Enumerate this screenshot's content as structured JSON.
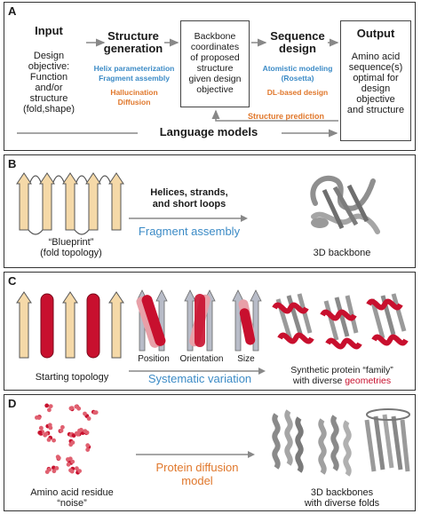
{
  "panels": {
    "a": {
      "letter": "A",
      "input_title": "Input",
      "input_lines": [
        "Design",
        "objective:",
        "Function",
        "and/or",
        "structure",
        "(fold,shape)"
      ],
      "structgen_title": [
        "Structure",
        "generation"
      ],
      "method_helix": "Helix parameterization",
      "method_fragment": "Fragment assembly",
      "method_halluc": "Hallucination",
      "method_diffusion": "Diffusion",
      "backbone_lines": [
        "Backbone",
        "coordinates",
        "of proposed",
        "structure",
        "given design",
        "objective"
      ],
      "seqdesign_title": [
        "Sequence",
        "design"
      ],
      "method_atomistic": [
        "Atomistic modeling",
        "(Rosetta)"
      ],
      "method_dl": "DL-based design",
      "output_title": "Output",
      "output_lines": [
        "Amino acid",
        "sequence(s)",
        "optimal for",
        "design",
        "objective",
        "and structure"
      ],
      "structure_prediction": "Structure prediction",
      "language_models": "Language models"
    },
    "b": {
      "letter": "B",
      "blueprint_label": [
        "“Blueprint”",
        "(fold topology)"
      ],
      "arrow_text": [
        "Helices, strands,",
        "and short loops"
      ],
      "method": "Fragment assembly",
      "result": "3D backbone"
    },
    "c": {
      "letter": "C",
      "start_label": "Starting topology",
      "position": "Position",
      "orientation": "Orientation",
      "size": "Size",
      "method": "Systematic variation",
      "result_line1": "Synthetic protein “family”",
      "result_line2_prefix": "with diverse ",
      "result_line2_highlight": "geometries"
    },
    "d": {
      "letter": "D",
      "noise_label": [
        "Amino acid residue",
        "“noise”"
      ],
      "method": [
        "Protein diffusion",
        "model"
      ],
      "result": [
        "3D backbones",
        "with diverse folds"
      ]
    }
  },
  "colors": {
    "blue_text": "#3c8bc6",
    "orange_text": "#e0772b",
    "red_highlight": "#c8102e",
    "strand_tan": "#f5d9a8",
    "helix_red": "#c8102e",
    "protein_gray": "#9a9a9a"
  }
}
